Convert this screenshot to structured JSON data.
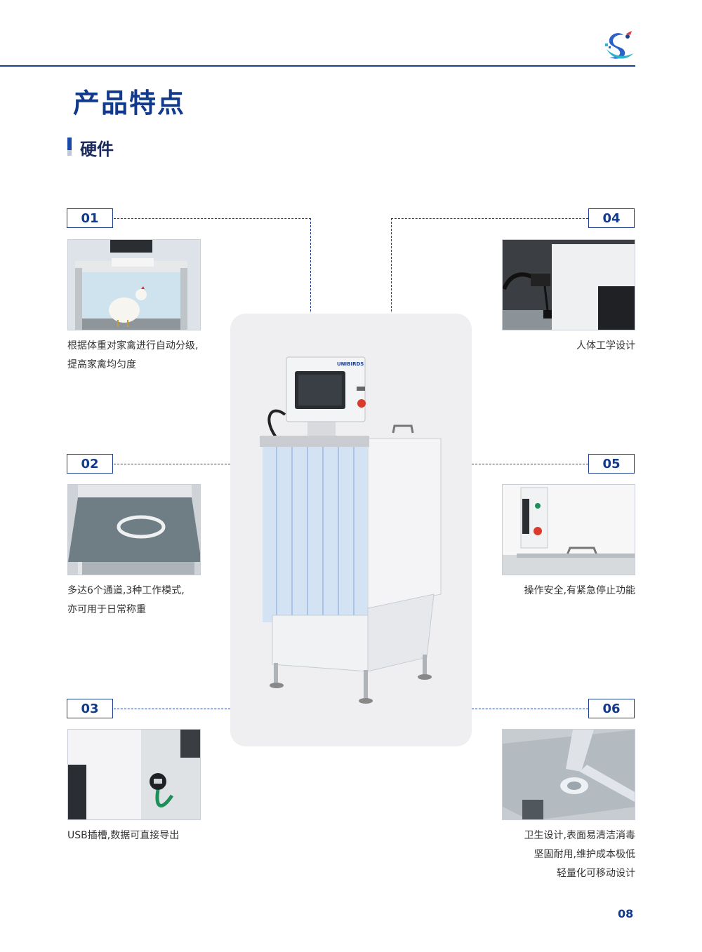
{
  "header": {
    "logo_icon": "bird-swoosh-logo-icon"
  },
  "page": {
    "title": "产品特点",
    "section_title": "硬件",
    "page_number": "08"
  },
  "features": [
    {
      "number": "01",
      "caption_lines": [
        "根据体重对家禽进行自动分级,",
        "提高家禽均匀度"
      ],
      "photo": "weighing-chamber-with-chicken"
    },
    {
      "number": "02",
      "caption_lines": [
        "多达6个通道,3种工作模式,",
        "亦可用于日常称重"
      ],
      "photo": "weighing-platform-plate"
    },
    {
      "number": "03",
      "caption_lines": [
        "USB插槽,数据可直接导出"
      ],
      "photo": "usb-port-closeup"
    },
    {
      "number": "04",
      "caption_lines": [
        "人体工学设计"
      ],
      "photo": "control-box-cable"
    },
    {
      "number": "05",
      "caption_lines": [
        "操作安全,有紧急停止功能"
      ],
      "photo": "emergency-stop-button"
    },
    {
      "number": "06",
      "caption_lines": [
        "卫生设计,表面易清洁消毒",
        "坚固耐用,维护成本极低",
        "轻量化可移动设计"
      ],
      "photo": "stainless-frame-foot"
    }
  ],
  "machine": {
    "brand_label": "UNIBIRDS"
  },
  "colors": {
    "accent": "#1e3f8f",
    "title": "#123a8c",
    "panel": "#efeff1"
  }
}
